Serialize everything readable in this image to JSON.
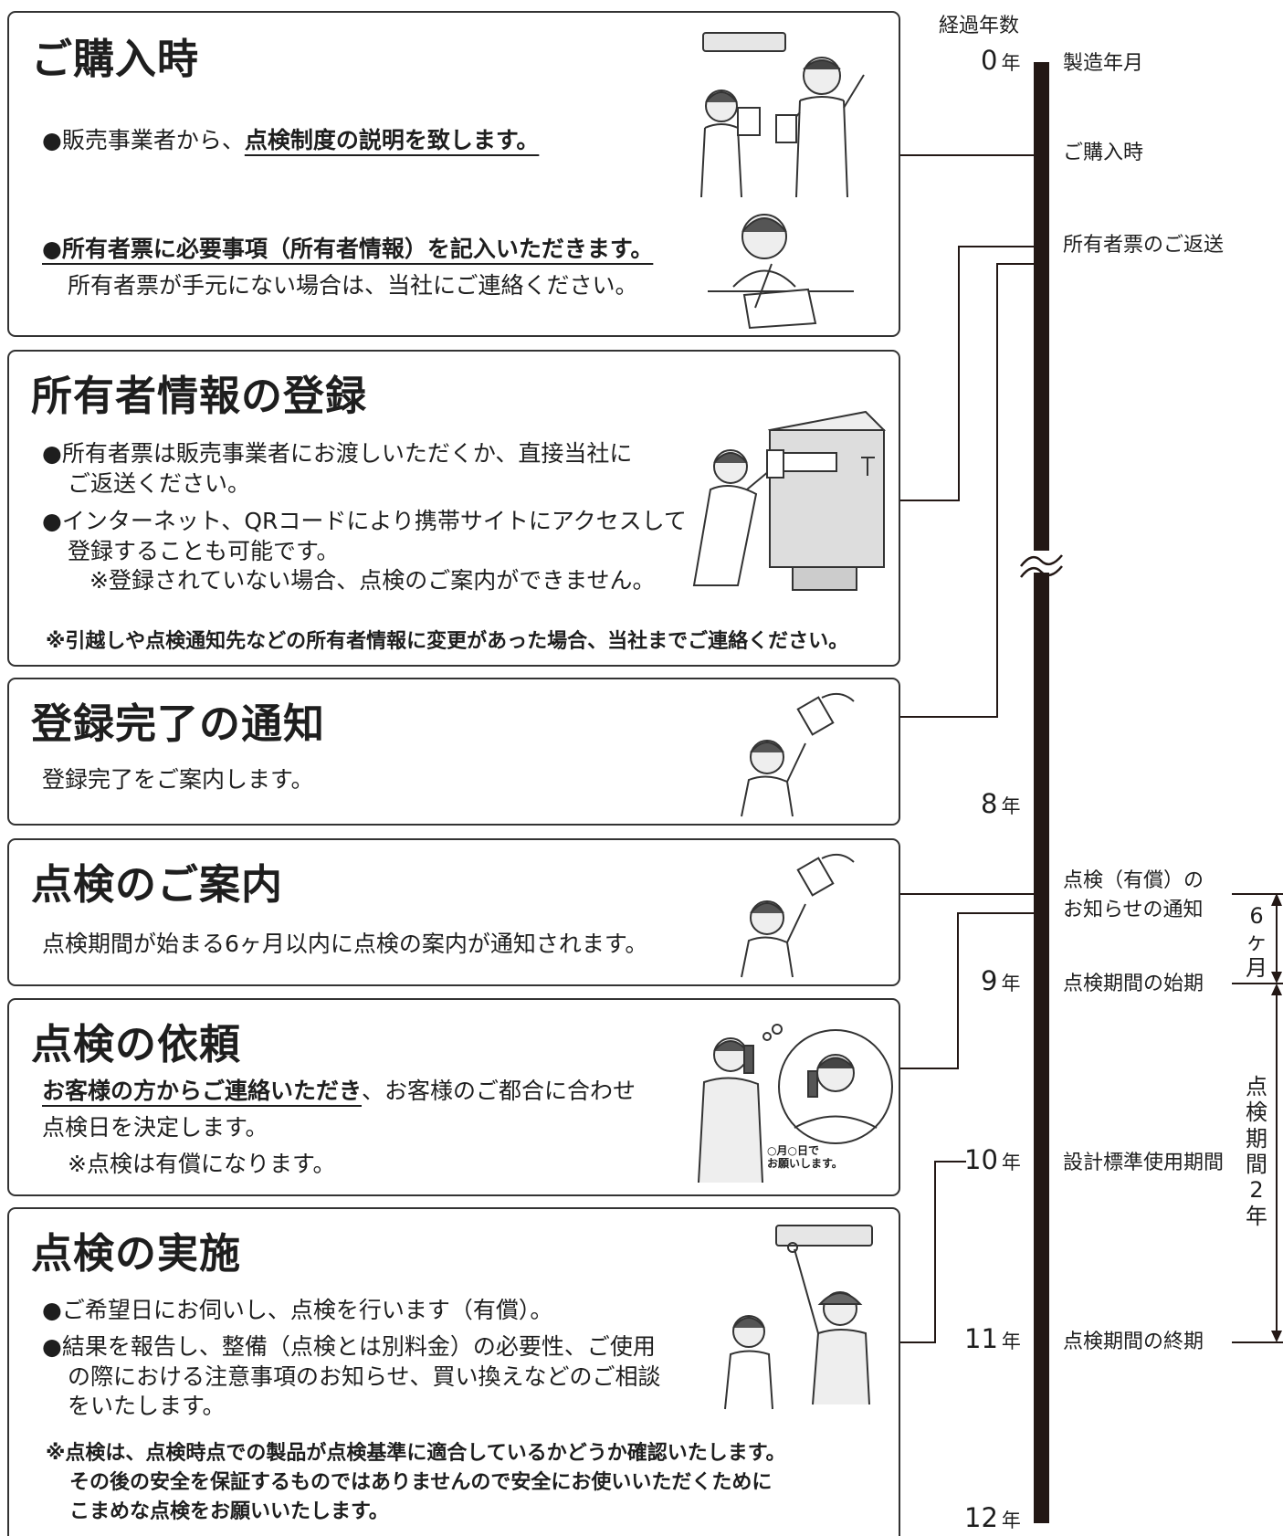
{
  "timeline": {
    "header": "経過年数",
    "years": [
      "0",
      "8",
      "9",
      "10",
      "11",
      "12"
    ],
    "year_unit": "年",
    "events": {
      "manufacture": "製造年月",
      "purchase": "ご購入時",
      "return": "所有者票のご返送",
      "notice": [
        "点検（有償）の",
        "お知らせの通知"
      ],
      "period_start": "点検期間の始期",
      "design_life": "設計標準使用期間",
      "period_end": "点検期間の終期"
    },
    "six_months": [
      "6",
      "ヶ",
      "月"
    ],
    "inspection_period": [
      "点",
      "検",
      "期",
      "間",
      "2",
      "年"
    ]
  },
  "sections": {
    "purchase": {
      "title": "ご購入時",
      "b1_pre": "●販売事業者から、",
      "b1_em": "点検制度の説明を致します。",
      "b2_em": "●所有者票に必要事項（所有者情報）を記入いただきます。",
      "b2_sub": "所有者票が手元にない場合は、当社にご連絡ください。"
    },
    "registration": {
      "title": "所有者情報の登録",
      "b1_l1": "●所有者票は販売事業者にお渡しいただくか、直接当社に",
      "b1_l2": "ご返送ください。",
      "b2_l1": "●インターネット、QRコードにより携帯サイトにアクセスして",
      "b2_l2": "登録することも可能です。",
      "b2_l3": "※登録されていない場合、点検のご案内ができません。",
      "note": "※引越しや点検通知先などの所有者情報に変更があった場合、当社までご連絡ください。"
    },
    "completion": {
      "title": "登録完了の通知",
      "text": "登録完了をご案内します。"
    },
    "guidance": {
      "title": "点検のご案内",
      "text": "点検期間が始まる6ヶ月以内に点検の案内が通知されます。"
    },
    "request": {
      "title": "点検の依頼",
      "l1_em": "お客様の方からご連絡いただき",
      "l1_rest": "、お客様のご都合に合わせ",
      "l2": "点検日を決定します。",
      "l3": "※点検は有償になります。",
      "bubble_l1": "○月○日で",
      "bubble_l2": "お願いします。"
    },
    "implementation": {
      "title": "点検の実施",
      "b1": "●ご希望日にお伺いし、点検を行います（有償）。",
      "b2_l1": "●結果を報告し、整備（点検とは別料金）の必要性、ご使用",
      "b2_l2": "の際における注意事項のお知らせ、買い換えなどのご相談",
      "b2_l3": "をいたします。",
      "note_l1": "※点検は、点検時点での製品が点検基準に適合しているかどうか確認いたします。",
      "note_l2": "その後の安全を保証するものではありませんので安全にお使いいただくために",
      "note_l3": "こまめな点検をお願いいたします。"
    }
  },
  "illustrations": {
    "purchase_top": "customer-and-salesperson-icon",
    "purchase_bottom": "woman-writing-form-icon",
    "registration": "woman-posting-letter-icon",
    "completion": "woman-receiving-notice-icon",
    "guidance": "woman-receiving-notice-icon",
    "request": "phone-call-icon",
    "implementation": "technician-inspecting-unit-icon"
  },
  "colors": {
    "line": "#231815",
    "border": "#333333",
    "text": "#1e1e1e"
  }
}
